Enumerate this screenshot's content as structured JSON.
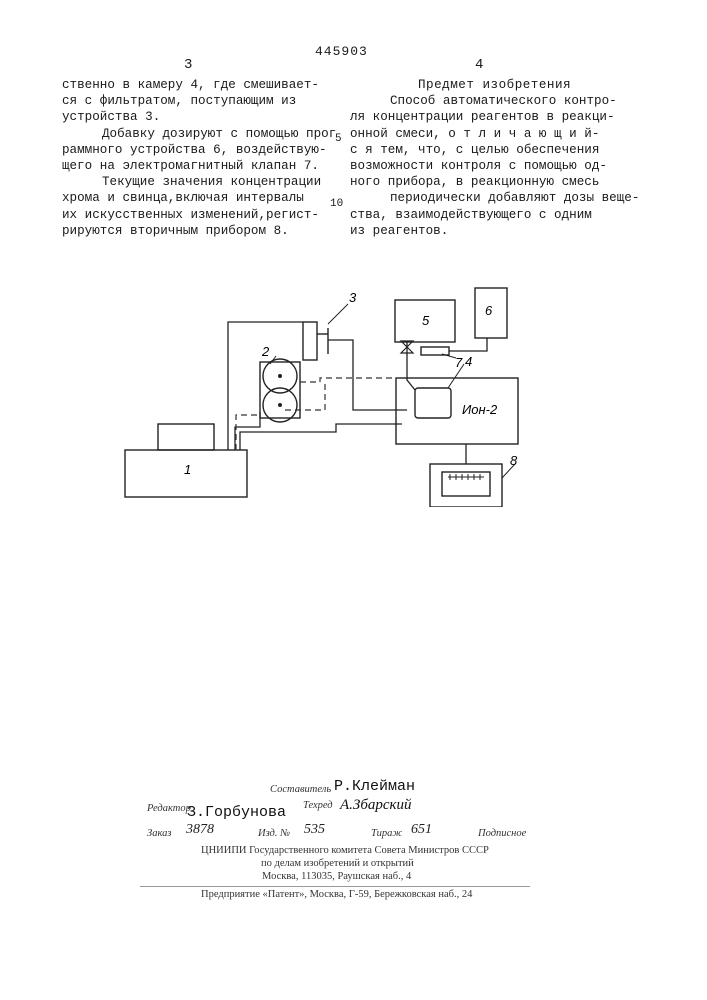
{
  "header": {
    "patent_number": "445903",
    "page_left": "3",
    "page_right": "4"
  },
  "left_column": {
    "lines": [
      "ственно в камеру 4, где смешивает-",
      "ся с фильтратом, поступающим из",
      "устройства 3.",
      "Добавку дозируют с помощью прог",
      "раммного устройства 6, воздействую-",
      "щего на электромагнитный  клапан 7.",
      "Текущие значения концентрации",
      "хрома и свинца,включая интервалы",
      "их искусственных изменений,регист-",
      "рируются вторичным прибором 8."
    ]
  },
  "right_column": {
    "heading": "Предмет изобретения",
    "lines": [
      "Способ автоматического контро-",
      "ля концентрации реагентов в реакци-",
      "онной смеси, о т л и ч а ю щ и й-",
      "с я  тем, что, с целью обеспечения",
      "возможности контроля с помощью од-",
      "ного прибора, в реакционную смесь",
      "периодически добавляют дозы веще-",
      "ства, взаимодействующего с одним",
      "из реагентов."
    ]
  },
  "line_numbers": [
    "5",
    "10"
  ],
  "diagram": {
    "labels": {
      "n1": "1",
      "n2": "2",
      "n3": "3",
      "n4": "4",
      "n5": "5",
      "n6": "6",
      "n7": "7",
      "n8": "8",
      "ion": "Ион-2"
    }
  },
  "footer": {
    "compiler_label": "Составитель",
    "compiler_name": "Р.Клейман",
    "editor_label": "Редактор",
    "editor_name": "З.Горбунова",
    "techred_label": "Техред",
    "techred_name": "А.Збарский",
    "order_label": "Заказ",
    "order_value": "3878",
    "issue_label": "Изд. №",
    "issue_value": "535",
    "print_run_label": "Тираж",
    "print_run_value": "651",
    "subscription": "Подписное",
    "org_line1": "ЦНИИПИ Государственного комитета Совета  Министров СССР",
    "org_line2": "по делам изобретений и открытий",
    "org_line3": "Москва, 113035, Раушская наб., 4",
    "printer": "Предприятие «Патент», Москва, Г-59, Бережковская наб., 24"
  }
}
